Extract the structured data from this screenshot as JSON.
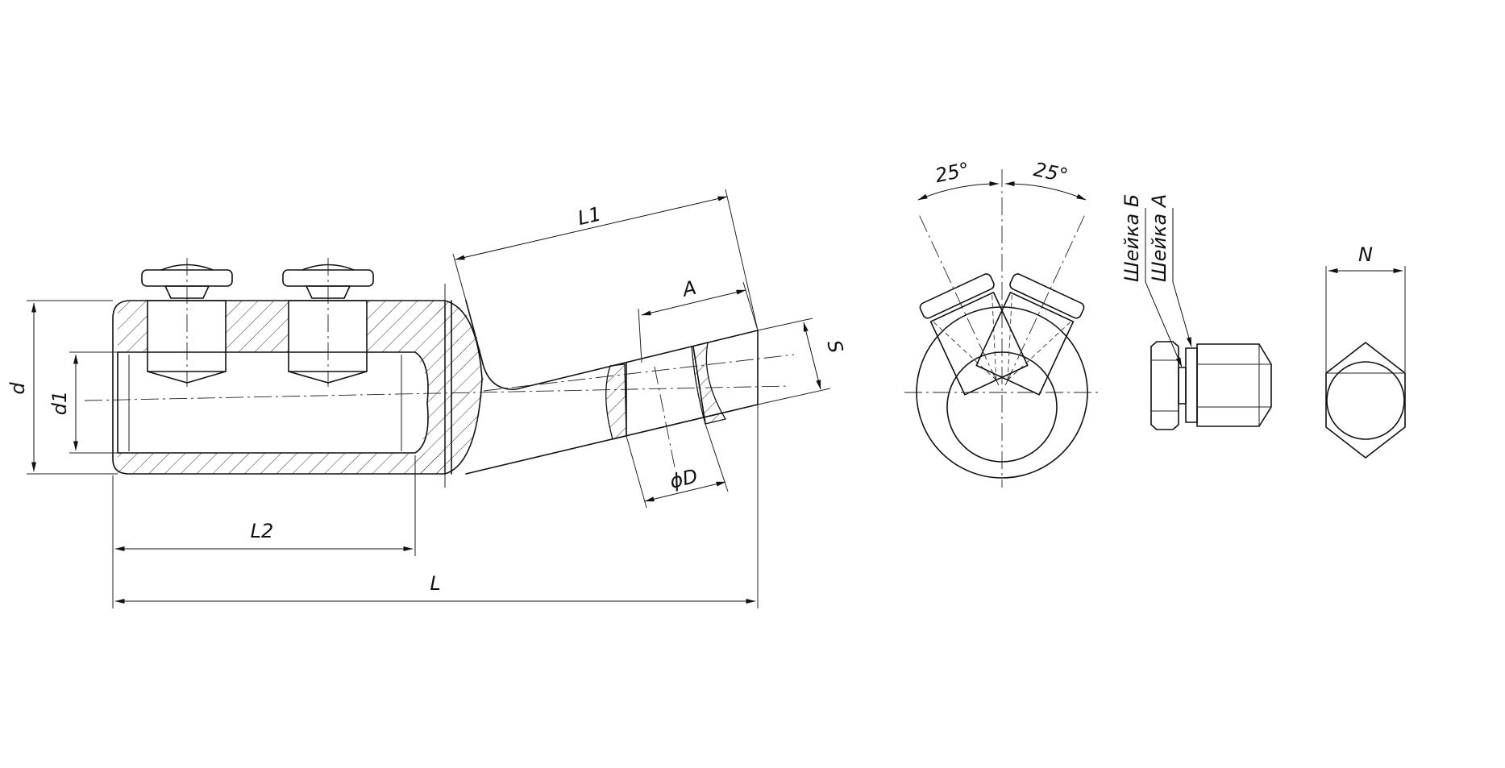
{
  "labels": {
    "d": "d",
    "d1": "d1",
    "L1": "L1",
    "L2": "L2",
    "L": "L",
    "A": "A",
    "S": "S",
    "phiD": "ϕD",
    "angle_left": "25°",
    "angle_right": "25°",
    "neck_b": "Шейка Б",
    "neck_a": "Шейка А",
    "N": "N"
  },
  "colors": {
    "line": "#111111",
    "background": "#ffffff"
  }
}
